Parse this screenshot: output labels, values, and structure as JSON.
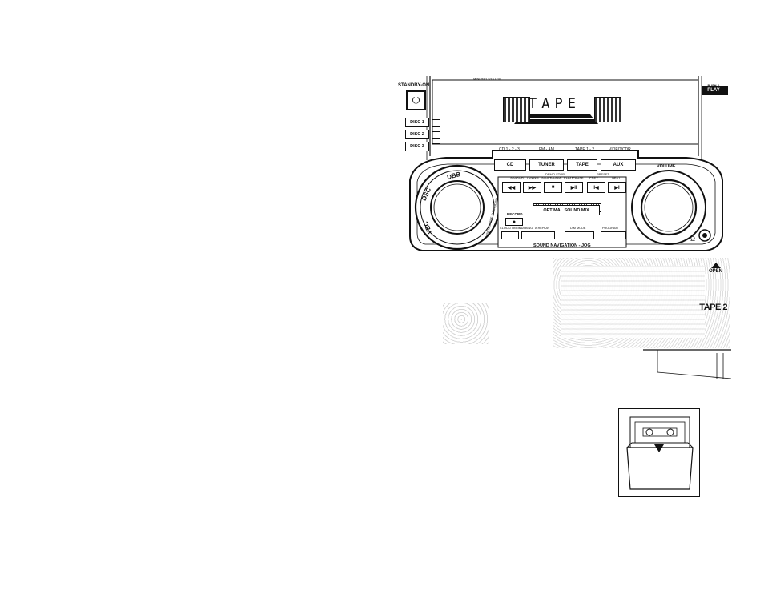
{
  "device": {
    "brand_line": "MINI HIFI SYSTEM",
    "standby_label": "STANDBY-ON",
    "power_icon": "power-icon",
    "push_play": {
      "line1": "PUSH &",
      "line2": "PLAY"
    },
    "display_text": "TAPE 1",
    "disc_buttons": [
      "DISC 1",
      "DISC 2",
      "DISC 3"
    ],
    "source_labels": [
      "CD 1 - 2 - 3",
      "FM - AM",
      "TAPE 1 - 2",
      "VIDEO/CDR"
    ],
    "source_buttons": [
      "CD",
      "TUNER",
      "TAPE",
      "AUX"
    ],
    "volume_label": "VOLUME",
    "jog_ring": [
      "DSC",
      "DBB",
      "VEC"
    ],
    "jog_ring_side": "INCREDIBLE SURROUND",
    "transport_labels": {
      "search_tuning": "SEARCH • TUNING",
      "demo_stop": "DEMO STOP",
      "stop_clear": "STOP•CLEAR",
      "play_pause": "PLAY•PAUSE",
      "presets": "PRESET",
      "prev": "PREV",
      "next": "NEXT"
    },
    "transport_buttons": [
      "◀◀",
      "▶▶",
      "■",
      "▶‖",
      "I◀",
      "▶I"
    ],
    "optimal_sound_mix": "OPTIMAL SOUND MIX",
    "record_label": "RECORD",
    "record_button": "●",
    "lower_labels": [
      "CLOCK/TIMER",
      "DUBBING",
      "A.REPLAY",
      "DIM MODE",
      "PROGRAM"
    ],
    "sound_navigation": "SOUND NAVIGATION - JOG",
    "headphone_icon": "headphone-icon"
  },
  "tape_deck": {
    "open_label": "OPEN",
    "tape2_label": "TAPE 2"
  },
  "cassette_inset": {
    "icon": "cassette-icon"
  }
}
